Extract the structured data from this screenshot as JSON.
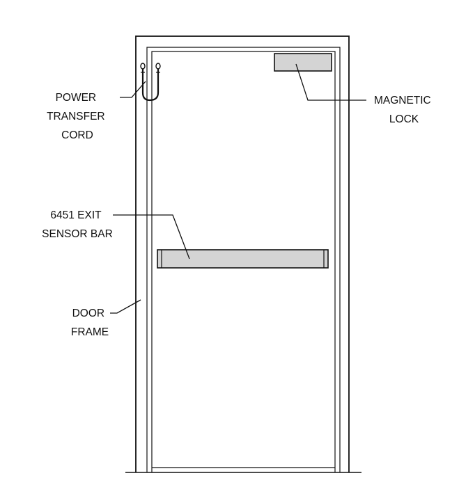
{
  "labels": {
    "power_transfer_cord": [
      "POWER",
      "TRANSFER",
      "CORD"
    ],
    "magnetic_lock": [
      "MAGNETIC",
      "LOCK"
    ],
    "exit_sensor_bar": [
      "6451 EXIT",
      "SENSOR BAR"
    ],
    "door_frame": [
      "DOOR",
      "FRAME"
    ]
  },
  "colors": {
    "line": "#111111",
    "component_fill": "#d4d4d4",
    "background": "#ffffff"
  }
}
